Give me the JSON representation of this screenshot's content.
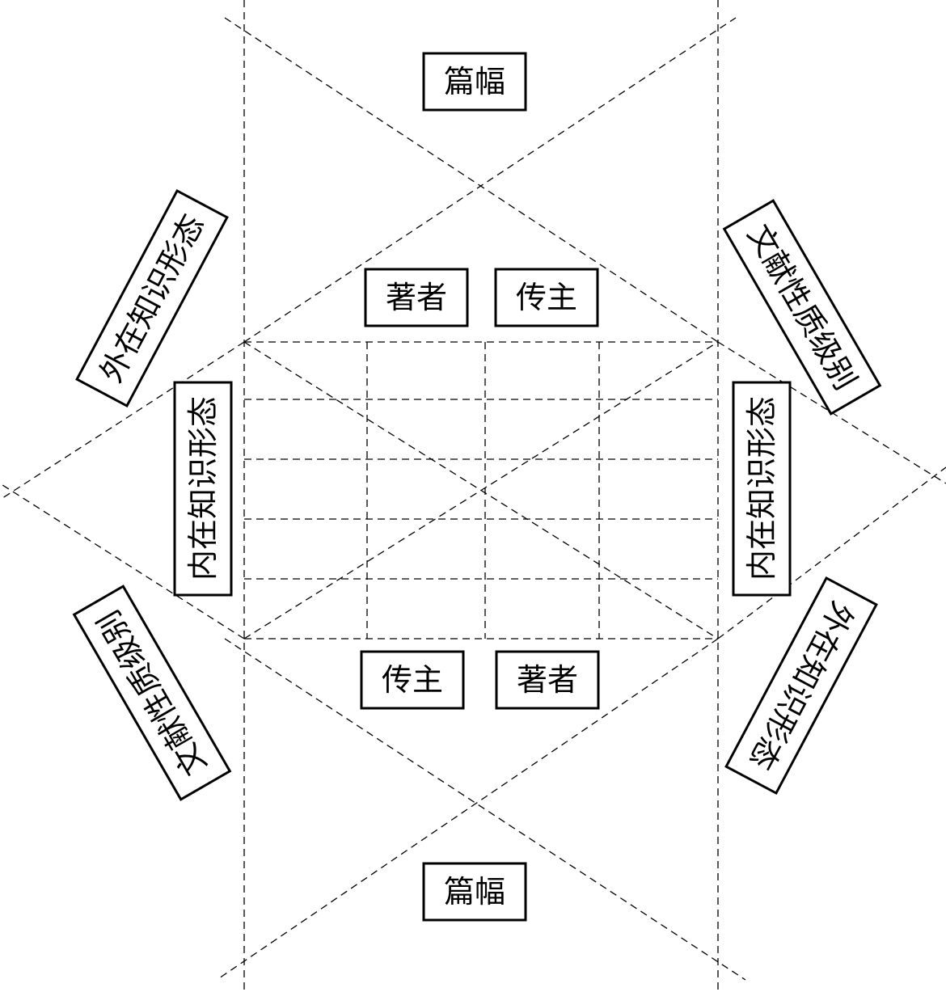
{
  "labels": {
    "top_length": "篇幅",
    "bottom_length": "篇幅",
    "top_author": "著者",
    "top_subject": "传主",
    "bottom_subject": "传主",
    "bottom_author": "著者",
    "left_internal": "内在知识形态",
    "right_internal": "内在知识形态",
    "upper_left_external": "外在知识形态",
    "lower_right_external": "外在知识形态",
    "upper_right_nature": "文献性质级别",
    "lower_left_nature": "文献性质级别"
  }
}
